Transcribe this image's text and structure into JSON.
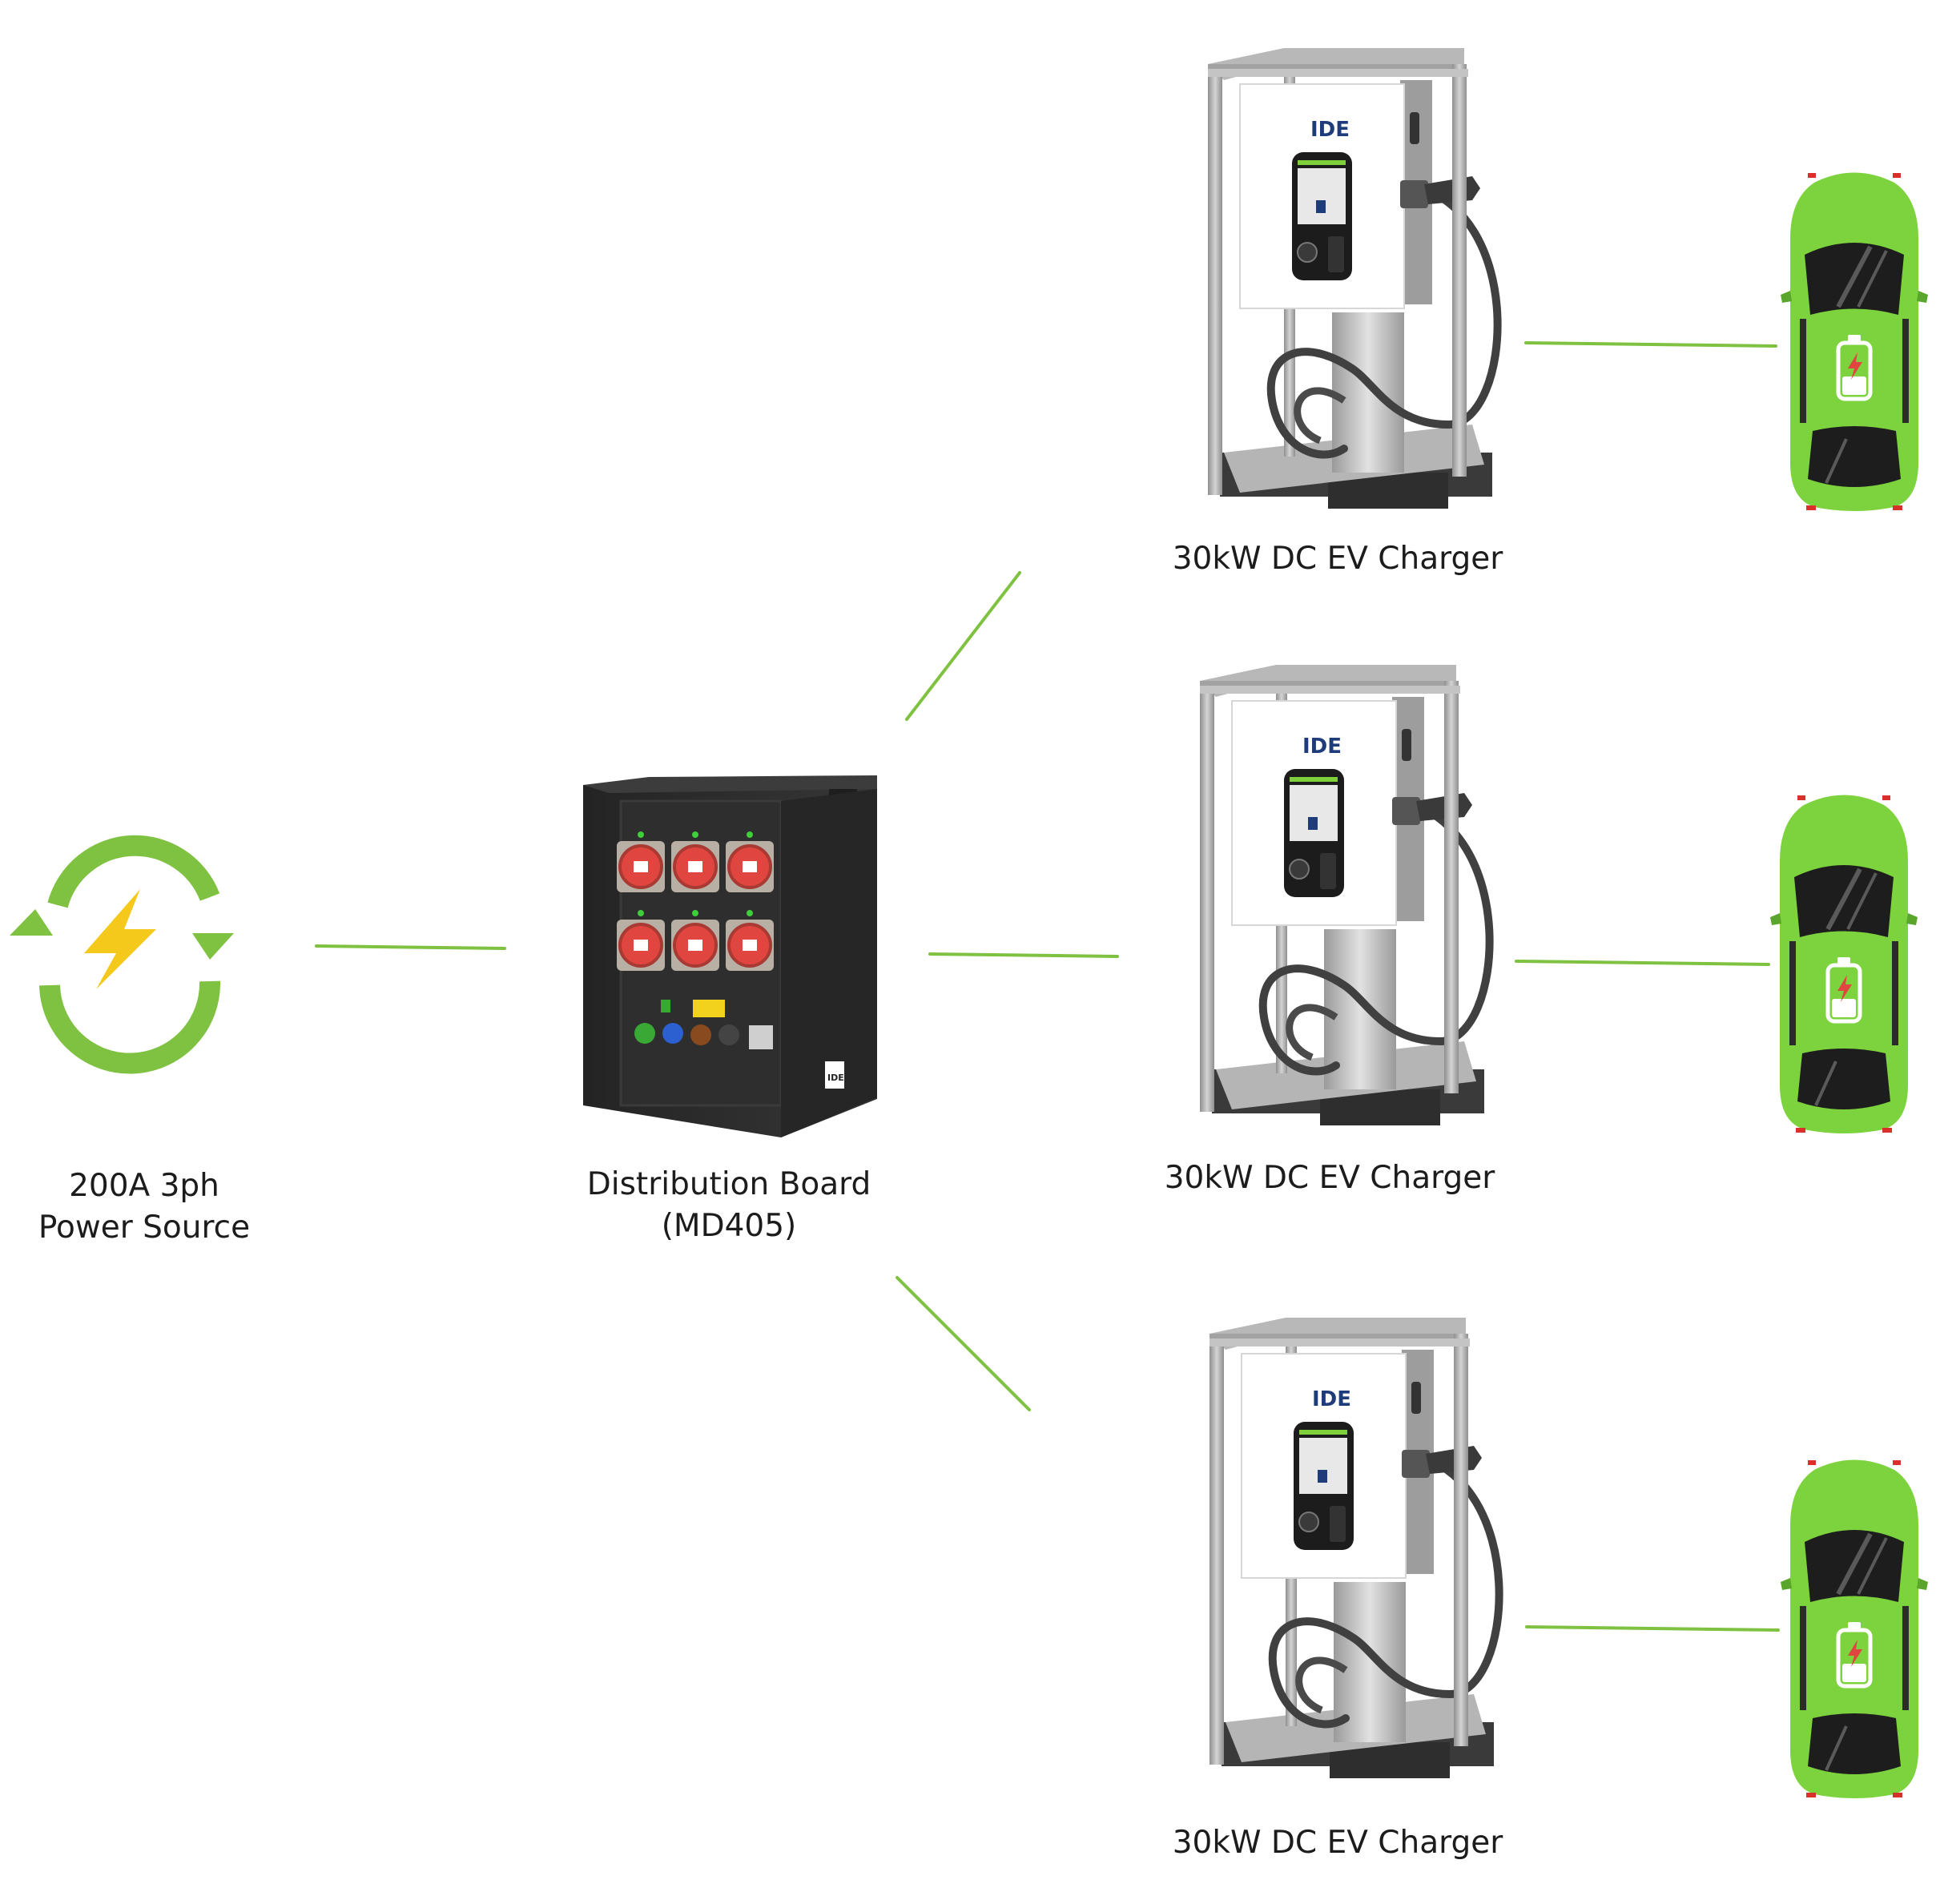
{
  "colors": {
    "connector": "#7fc241",
    "source_ring": "#7fc241",
    "bolt": "#f5c81c",
    "car_body": "#7dd33d",
    "charger_panel": "#ffffff",
    "frame": "#a9a9a9",
    "board_body": "#2b2b2b",
    "socket_red": "#e0463f",
    "brand": "#1f3c7a"
  },
  "nodes": {
    "source": {
      "line1": "200A 3ph",
      "line2": "Power Source",
      "icon": "recycle-bolt-icon"
    },
    "board": {
      "line1": "Distribution Board",
      "line2": "(MD405)",
      "brand_mark": "IDE"
    },
    "chargers": [
      {
        "label": "30kW DC EV Charger",
        "brand": "IDE"
      },
      {
        "label": "30kW DC EV Charger",
        "brand": "IDE"
      },
      {
        "label": "30kW DC EV Charger",
        "brand": "IDE"
      }
    ],
    "cars": [
      {
        "icon": "car-charging-icon"
      },
      {
        "icon": "car-charging-icon"
      },
      {
        "icon": "car-charging-icon"
      }
    ]
  }
}
